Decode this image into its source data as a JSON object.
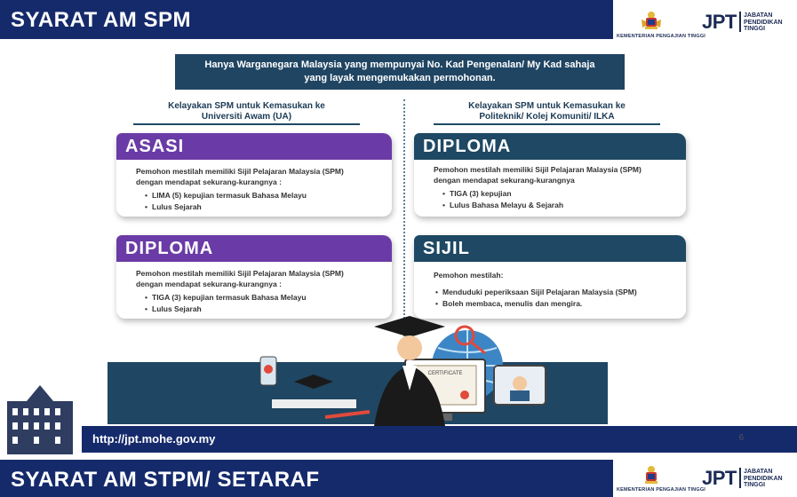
{
  "header": {
    "title": "SYARAT AM SPM",
    "ministry": "KEMENTERIAN PENGAJIAN TINGGI",
    "jpt": "JPT",
    "jpt_sub_1": "JABATAN",
    "jpt_sub_2": "PENDIDIKAN",
    "jpt_sub_3": "TINGGI"
  },
  "notice": {
    "line1": "Hanya Warganegara Malaysia yang mempunyai No. Kad Pengenalan/ My Kad sahaja",
    "line2": "yang layak mengemukakan permohonan."
  },
  "left": {
    "heading_1": "Kelayakan SPM untuk Kemasukan ke",
    "heading_2": "Universiti Awam (UA)",
    "cards": [
      {
        "title": "ASASI",
        "intro_1": "Pemohon mestilah memiliki Sijil Pelajaran Malaysia (SPM)",
        "intro_2": "dengan mendapat sekurang-kurangnya :",
        "items": [
          "LIMA (5) kepujian termasuk Bahasa Melayu",
          "Lulus Sejarah"
        ]
      },
      {
        "title": "DIPLOMA",
        "intro_1": "Pemohon mestilah memiliki Sijil Pelajaran Malaysia (SPM)",
        "intro_2": "dengan mendapat sekurang-kurangnya :",
        "items": [
          "TIGA (3) kepujian termasuk Bahasa Melayu",
          "Lulus Sejarah"
        ]
      }
    ]
  },
  "right": {
    "heading_1": "Kelayakan SPM untuk Kemasukan ke",
    "heading_2": "Politeknik/ Kolej Komuniti/ ILKA",
    "cards": [
      {
        "title": "DIPLOMA",
        "intro_1": "Pemohon mestilah memiliki Sijil Pelajaran Malaysia (SPM)",
        "intro_2": "dengan mendapat sekurang-kurangnya",
        "items": [
          "TIGA (3) kepujian",
          "Lulus Bahasa Melayu & Sejarah"
        ]
      },
      {
        "title": "SIJIL",
        "intro_1": "Pemohon mestilah:",
        "items": [
          "Menduduki peperiksaan Sijil Pelajaran Malaysia (SPM)",
          "Boleh membaca, menulis dan mengira."
        ]
      }
    ]
  },
  "illustration": {
    "certificate_label": "CERTIFICATE"
  },
  "footer": {
    "url": "http://jpt.mohe.gov.my",
    "page": "6"
  },
  "next_header": {
    "title": "SYARAT AM STPM/ SETARAF",
    "ministry": "KEMENTERIAN PENGAJIAN TINGGI",
    "jpt": "JPT",
    "jpt_sub_1": "JABATAN",
    "jpt_sub_2": "PENDIDIKAN",
    "jpt_sub_3": "TINGGI"
  },
  "colors": {
    "dark_navy": "#152a6b",
    "teal_navy": "#1e4863",
    "purple": "#6a3ba6",
    "accent_red": "#e04a3d"
  }
}
